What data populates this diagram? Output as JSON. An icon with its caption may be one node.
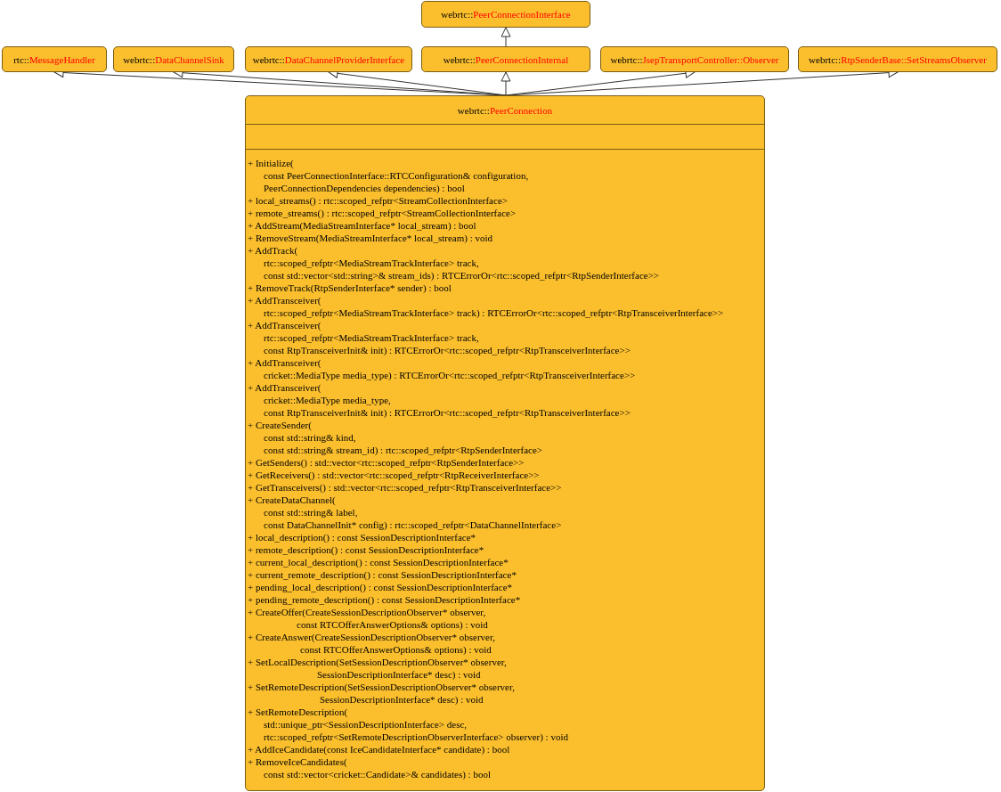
{
  "diagram": {
    "nodes": [
      {
        "text": [
          "webrtc::PeerConnectionInterface"
        ]
      },
      {
        "text": [
          "rtc::MessageHandler"
        ]
      },
      {
        "text": [
          "webrtc::DataChannelSink"
        ]
      },
      {
        "text": [
          "webrtc::DataChannelProviderInterface"
        ]
      },
      {
        "text": [
          "webrtc::PeerConnectionInternal"
        ]
      },
      {
        "text": [
          "webrtc::JsepTransportController::Observer"
        ]
      },
      {
        "text": [
          "webrtc::RtpSenderBase::SetStreamsObserver"
        ]
      },
      {
        "text": [
          "webrtc::PeerConnection",
          "+ Initialize(",
          "const PeerConnectionInterface::RTCConfiguration& configuration,",
          "PeerConnectionDependencies dependencies) : bool",
          "+ local_streams() : rtc::scoped_refptr<StreamCollectionInterface>",
          "+ remote_streams() : rtc::scoped_refptr<StreamCollectionInterface>",
          "+ AddStream(MediaStreamInterface* local_stream) : bool",
          "+ RemoveStream(MediaStreamInterface* local_stream) : void",
          "+ AddTrack(",
          "rtc::scoped_refptr<MediaStreamTrackInterface> track,",
          "const std::vector<std::string>& stream_ids) : RTCErrorOr<rtc::scoped_refptr<RtpSenderInterface>>",
          "+ RemoveTrack(RtpSenderInterface* sender) : bool",
          "+ AddTransceiver(",
          "rtc::scoped_refptr<MediaStreamTrackInterface> track) : RTCErrorOr<rtc::scoped_refptr<RtpTransceiverInterface>>",
          "+ AddTransceiver(",
          "rtc::scoped_refptr<MediaStreamTrackInterface> track,",
          "const RtpTransceiverInit& init) : RTCErrorOr<rtc::scoped_refptr<RtpTransceiverInterface>>",
          "+ AddTransceiver(",
          "cricket::MediaType media_type) : RTCErrorOr<rtc::scoped_refptr<RtpTransceiverInterface>>",
          "+ AddTransceiver(",
          "cricket::MediaType media_type,",
          "const RtpTransceiverInit& init) : RTCErrorOr<rtc::scoped_refptr<RtpTransceiverInterface>>",
          "+ CreateSender(",
          "const std::string& kind,",
          "const std::string& stream_id) : rtc::scoped_refptr<RtpSenderInterface>",
          "+ GetSenders() : std::vector<rtc::scoped_refptr<RtpSenderInterface>>",
          "+ GetReceivers() : std::vector<rtc::scoped_refptr<RtpReceiverInterface>>",
          "+ GetTransceivers() : std::vector<rtc::scoped_refptr<RtpTransceiverInterface>>",
          "+ CreateDataChannel(",
          "const std::string& label,",
          "const DataChannelInit* config) : rtc::scoped_refptr<DataChannelInterface>",
          "+ local_description() : const SessionDescriptionInterface*",
          "+ remote_description() : const SessionDescriptionInterface*",
          "+ current_local_description() : const SessionDescriptionInterface*",
          "+ current_remote_description() : const SessionDescriptionInterface*",
          "+ pending_local_description() : const SessionDescriptionInterface*",
          "+ pending_remote_description() : const SessionDescriptionInterface*",
          "+ CreateOffer(CreateSessionDescriptionObserver* observer,",
          "const RTCOfferAnswerOptions& options) : void",
          "+ CreateAnswer(CreateSessionDescriptionObserver* observer,",
          "const RTCOfferAnswerOptions& options) : void",
          "+ SetLocalDescription(SetSessionDescriptionObserver* observer,",
          "SessionDescriptionInterface* desc) : void",
          "+ SetRemoteDescription(SetSessionDescriptionObserver* observer,",
          "SessionDescriptionInterface* desc) : void",
          "+ SetRemoteDescription(",
          "std::unique_ptr<SessionDescriptionInterface> desc,",
          "rtc::scoped_refptr<SetRemoteDescriptionObserverInterface> observer) : void",
          "+ AddIceCandidate(const IceCandidateInterface* candidate) : bool",
          "+ RemoveIceCandidates(",
          "const std::vector<cricket::Candidate>& candidates) : bool"
        ]
      }
    ],
    "edges": [
      {
        "from": 4,
        "to": 0,
        "arrow": "to"
      },
      {
        "from": 7,
        "to": 1,
        "arrow": "to"
      },
      {
        "from": 7,
        "to": 2,
        "arrow": "to"
      },
      {
        "from": 7,
        "to": 3,
        "arrow": "to"
      },
      {
        "from": 7,
        "to": 4,
        "arrow": "to"
      },
      {
        "from": 7,
        "to": 5,
        "arrow": "to"
      },
      {
        "from": 7,
        "to": 6,
        "arrow": "to"
      }
    ]
  }
}
